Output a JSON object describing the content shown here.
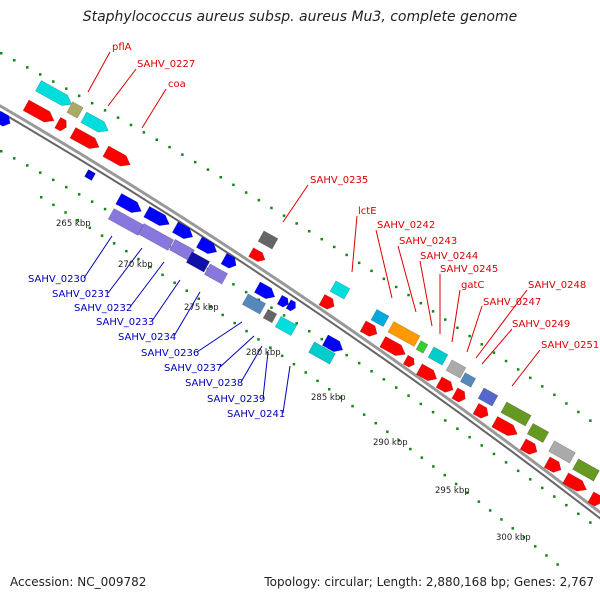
{
  "title": "Staphylococcus aureus subsp. aureus Mu3, complete genome",
  "footer": {
    "accession": "Accession: NC_009782",
    "summary": "Topology: circular; Length: 2,880,168 bp; Genes: 2,767"
  },
  "colors": {
    "forward_label": "#dd0000",
    "reverse_label": "#0000bb",
    "backbone": "#888888",
    "ticks": "#118811"
  },
  "forward_labels": [
    "pflA",
    "SAHV_0227",
    "coa",
    "SAHV_0235",
    "lctE",
    "SAHV_0242",
    "SAHV_0243",
    "SAHV_0244",
    "SAHV_0245",
    "gatC",
    "SAHV_0247",
    "SAHV_0248",
    "SAHV_0249",
    "SAHV_0251"
  ],
  "reverse_labels": [
    "SAHV_0230",
    "SAHV_0231",
    "SAHV_0232",
    "SAHV_0233",
    "SAHV_0234",
    "SAHV_0236",
    "SAHV_0237",
    "SAHV_0238",
    "SAHV_0239",
    "SAHV_0241"
  ],
  "scale_labels": [
    "265 kbp",
    "270 kbp",
    "275 kbp",
    "280 kbp",
    "285 kbp",
    "290 kbp",
    "295 kbp",
    "300 kbp"
  ]
}
